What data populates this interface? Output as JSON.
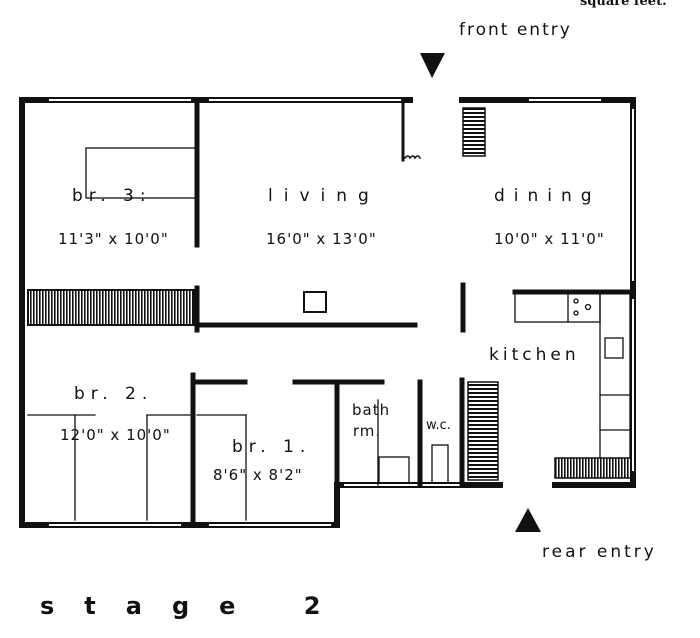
{
  "caption_top": "square feet.",
  "entries": {
    "front": "front entry",
    "rear": "rear entry"
  },
  "rooms": [
    {
      "name": "br. 3:",
      "size": "11'3\" x 10'0\""
    },
    {
      "name": "living",
      "size": "16'0\" x 13'0\""
    },
    {
      "name": "dining",
      "size": "10'0\" x 11'0\""
    },
    {
      "name": "kitchen"
    },
    {
      "name": "br. 2.",
      "size": "12'0\" x 10'0\""
    },
    {
      "name": "br. 1.",
      "size": "8'6\" x 8'2\""
    },
    {
      "name": "bath rm."
    },
    {
      "name": "w.c."
    }
  ],
  "stage_label": "stage 2"
}
